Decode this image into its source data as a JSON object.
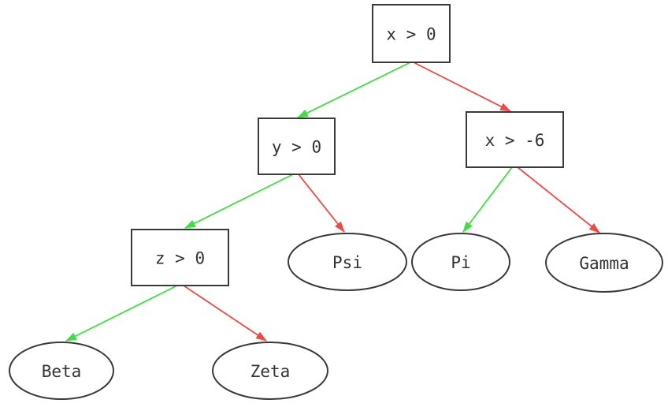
{
  "diagram": {
    "type": "decision-tree",
    "background": "#ffffff",
    "colors": {
      "node_border": "#3a3a3a",
      "node_fill": "#ffffff",
      "text": "#333333",
      "true_branch": "#3fdf3f",
      "false_branch": "#ee4a44"
    },
    "nodes": {
      "root": {
        "label": "x > 0",
        "shape": "box"
      },
      "cond_y": {
        "label": "y > 0",
        "shape": "box"
      },
      "cond_x6": {
        "label": "x > -6",
        "shape": "box"
      },
      "cond_z": {
        "label": "z > 0",
        "shape": "box"
      },
      "psi": {
        "label": "Psi",
        "shape": "ellipse"
      },
      "pi": {
        "label": "Pi",
        "shape": "ellipse"
      },
      "gamma": {
        "label": "Gamma",
        "shape": "ellipse"
      },
      "beta": {
        "label": "Beta",
        "shape": "ellipse"
      },
      "zeta": {
        "label": "Zeta",
        "shape": "ellipse"
      }
    },
    "edges": [
      {
        "from": "root",
        "to": "cond_y",
        "branch": "true"
      },
      {
        "from": "root",
        "to": "cond_x6",
        "branch": "false"
      },
      {
        "from": "cond_y",
        "to": "cond_z",
        "branch": "true"
      },
      {
        "from": "cond_y",
        "to": "psi",
        "branch": "false"
      },
      {
        "from": "cond_x6",
        "to": "pi",
        "branch": "true"
      },
      {
        "from": "cond_x6",
        "to": "gamma",
        "branch": "false"
      },
      {
        "from": "cond_z",
        "to": "beta",
        "branch": "true"
      },
      {
        "from": "cond_z",
        "to": "zeta",
        "branch": "false"
      }
    ]
  }
}
